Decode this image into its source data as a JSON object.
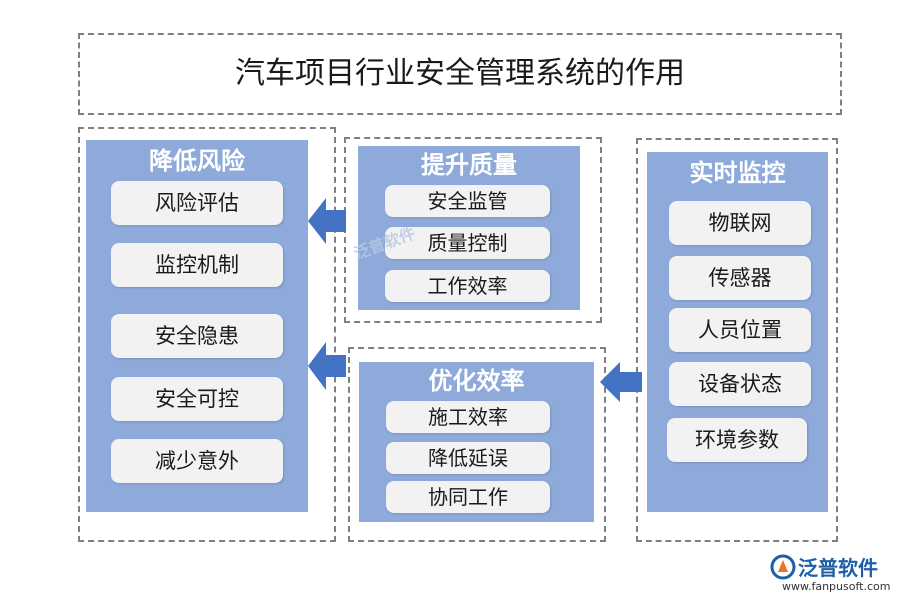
{
  "title": "汽车项目行业安全管理系统的作用",
  "colors": {
    "panel": "#8eaadb",
    "item_bg": "#f2f2f2",
    "arrow": "#4472c4",
    "border": "#7f7f7f"
  },
  "left_panel": {
    "title": "降低风险",
    "items": [
      "风险评估",
      "监控机制",
      "安全隐患",
      "安全可控",
      "减少意外"
    ]
  },
  "quality_panel": {
    "title": "提升质量",
    "items": [
      "安全监管",
      "质量控制",
      "工作效率"
    ]
  },
  "efficiency_panel": {
    "title": "优化效率",
    "items": [
      "施工效率",
      "降低延误",
      "协同工作"
    ]
  },
  "right_panel": {
    "title": "实时监控",
    "items": [
      "物联网",
      "传感器",
      "人员位置",
      "设备状态",
      "环境参数"
    ]
  },
  "watermark": "泛普软件",
  "logo": {
    "name": "泛普软件",
    "url": "www.fanpusoft.com",
    "icon": "fanpu-logo-icon"
  }
}
